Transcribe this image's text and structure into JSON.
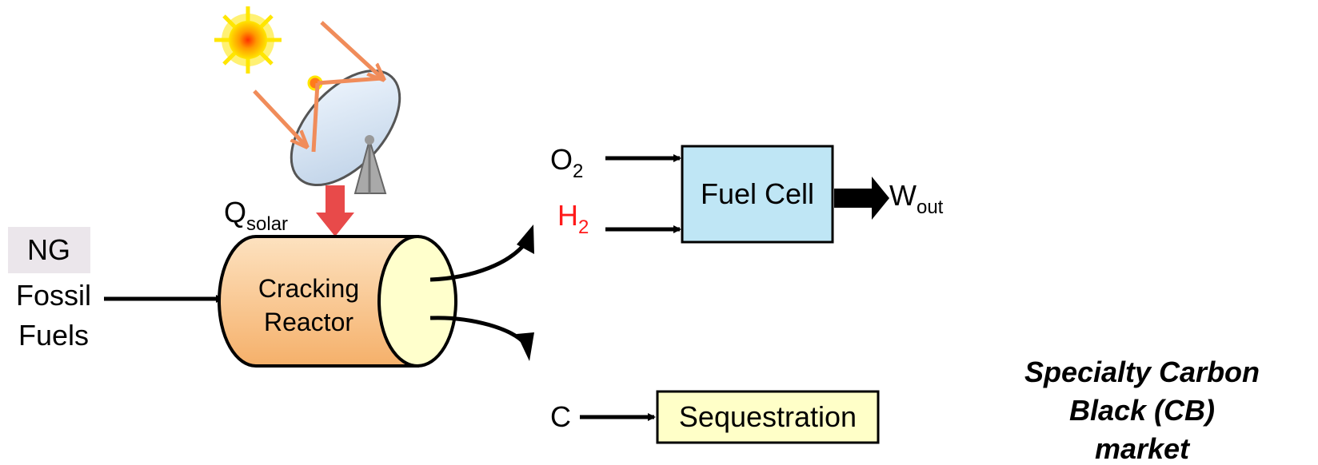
{
  "inputs": {
    "ng_label": "NG",
    "fossil_line1": "Fossil",
    "fossil_line2": "Fuels"
  },
  "heat": {
    "q_main": "Q",
    "q_sub": "solar"
  },
  "reactor": {
    "line1": "Cracking",
    "line2": "Reactor"
  },
  "fuel_cell": {
    "label": "Fuel Cell",
    "o2_main": "O",
    "o2_sub": "2",
    "h2_main": "H",
    "h2_sub": "2",
    "w_main": "W",
    "w_sub": "out"
  },
  "carbon": {
    "c_label": "C",
    "sequestration": "Sequestration"
  },
  "note": {
    "line1": "Specialty Carbon",
    "line2": "Black (CB)",
    "line3": "market"
  },
  "colors": {
    "hydrogen": "#ff1a1a",
    "solar_arrow": "#e84a4a",
    "fuel_cell_fill": "#bfe6f5",
    "sequestration_fill": "#ffffc8",
    "reactor_fill": "#f8c48a",
    "ng_fill": "#ebe6eb",
    "sun": "#ffe600",
    "rays": "#f08c5a"
  }
}
